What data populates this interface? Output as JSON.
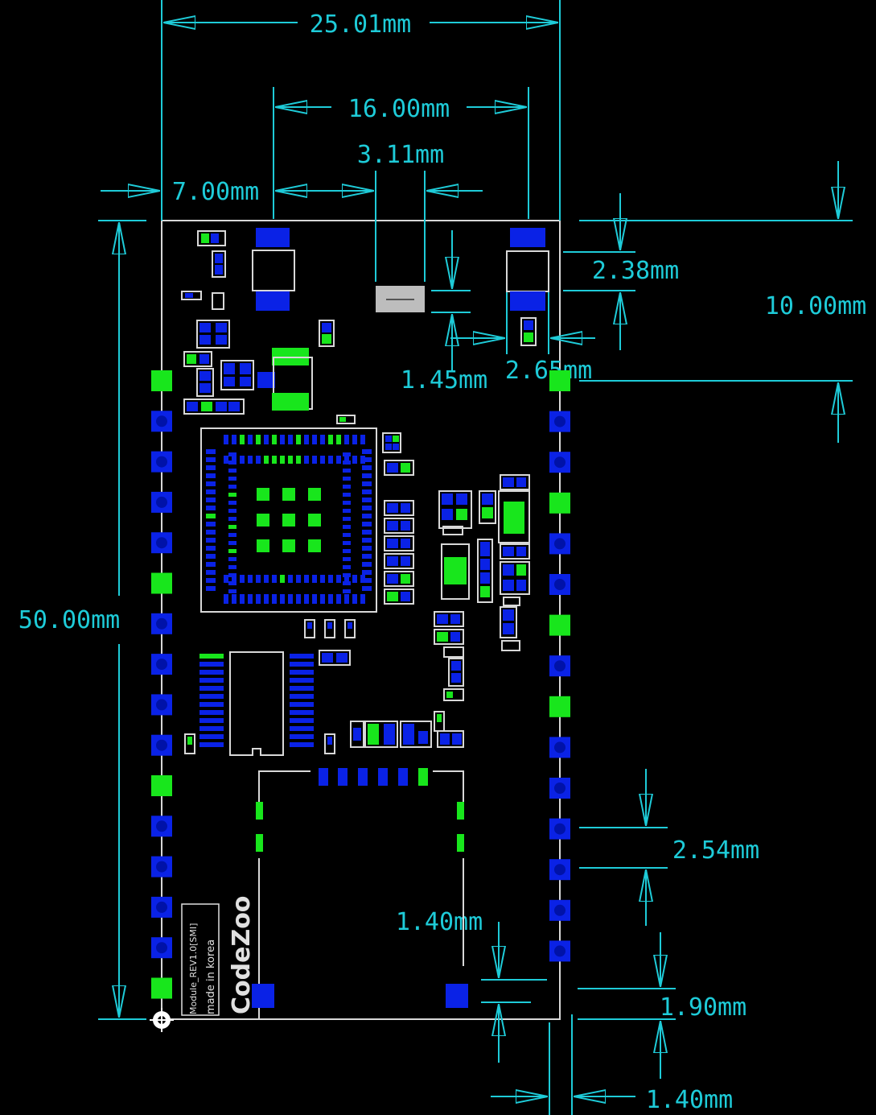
{
  "dimensions": {
    "total_width": "25.01mm",
    "inner_span": "16.00mm",
    "slot": "3.11mm",
    "left_offset": "7.00mm",
    "board_height": "50.00mm",
    "pad_height": "2.38mm",
    "top_offset": "10.00mm",
    "pad_gap": "1.45mm",
    "pad_offset": "2.65mm",
    "pin_pitch": "2.54mm",
    "bottom_pad": "1.40mm",
    "edge_offset": "1.90mm",
    "pin_width": "1.40mm"
  },
  "silkscreen": {
    "brand": "CodeZoo",
    "module_line1": "Module_REV1.0[SMI]",
    "module_line2": "made in korea"
  },
  "pins": {
    "left_column": [
      "g",
      "b",
      "b",
      "b",
      "b",
      "g",
      "b",
      "b",
      "b",
      "b",
      "g",
      "b",
      "b",
      "b",
      "b",
      "g"
    ],
    "right_column": [
      "g",
      "b",
      "b",
      "g",
      "b",
      "b",
      "g",
      "b",
      "g",
      "b",
      "b",
      "b",
      "b",
      "b",
      "b"
    ]
  },
  "colors": {
    "background": "#000000",
    "dimension": "#1ecbd8",
    "outline": "#d8d8d8",
    "pad_blue": "#0a22e6",
    "pad_green": "#18e61c"
  }
}
